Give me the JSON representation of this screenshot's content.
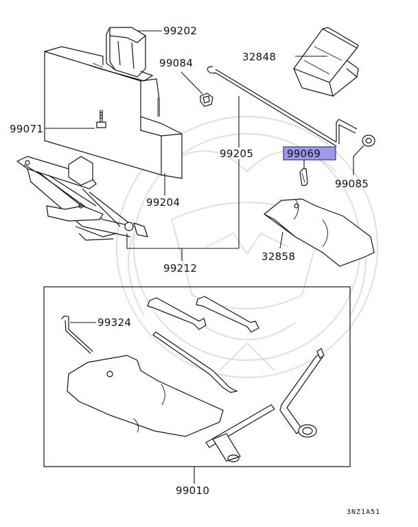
{
  "parts": {
    "p99202": "99202",
    "p99084": "99084",
    "p32848": "32848",
    "p99071": "99071",
    "p99205": "99205",
    "p99069": "99069",
    "p99085": "99085",
    "p99204": "99204",
    "p32858": "32858",
    "p99212": "99212",
    "p99324": "99324",
    "p99010": "99010"
  },
  "highlighted_part": "99069",
  "highlight_color": "#9b9ae6",
  "diagram_code": "3NZ1A51"
}
